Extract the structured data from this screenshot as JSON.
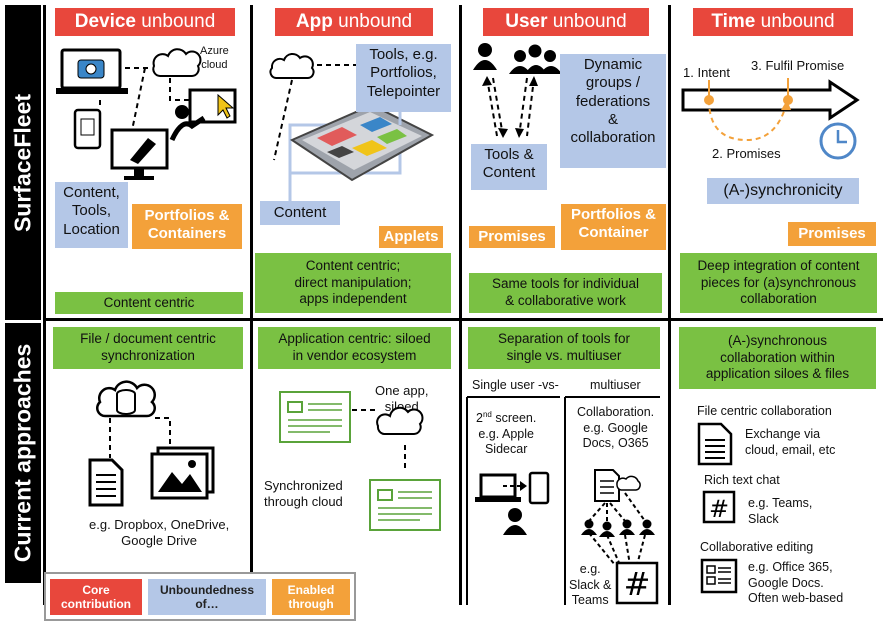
{
  "rows": {
    "top": "SurfaceFleet",
    "bottom": "Current approaches"
  },
  "columns": [
    {
      "title_bold": "Device",
      "title_rest": " unbound"
    },
    {
      "title_bold": "App",
      "title_rest": " unbound"
    },
    {
      "title_bold": "User",
      "title_rest": " unbound"
    },
    {
      "title_bold": "Time",
      "title_rest": " unbound"
    }
  ],
  "device": {
    "azure": "Azure\ncloud",
    "unbound_box": "Content,\nTools,\nLocation",
    "enabled": "Portfolios &\nContainers",
    "summary": "Content centric",
    "current_header": "File / document centric\nsynchronization",
    "current_caption": "e.g. Dropbox, OneDrive,\nGoogle Drive"
  },
  "app": {
    "tools_box": "Tools, e.g.\nPortfolios,\nTelepointer",
    "content_box": "Content",
    "enabled": "Applets",
    "summary": "Content centric;\ndirect manipulation;\napps independent",
    "current_header": "Application centric: siloed\nin vendor ecosystem",
    "one_app": "One app,\nsiloed",
    "sync": "Synchronized\nthrough cloud"
  },
  "user": {
    "groups_box": "Dynamic\ngroups /\nfederations\n&\ncollaboration",
    "tools_box": "Tools &\nContent",
    "enabled_1": "Promises",
    "enabled_2": "Portfolios &\nContainer",
    "summary": "Same tools for individual\n& collaborative work",
    "current_header": "Separation of tools for\nsingle vs. multiuser",
    "single_vs": "Single user -vs-",
    "multi": "multiuser",
    "second_screen_sup": "nd",
    "second_screen": "2nd screen.\ne.g. Apple\nSidecar",
    "collab": "Collaboration.\ne.g. Google\nDocs, O365",
    "slack": "e.g.\nSlack &\nTeams"
  },
  "time": {
    "intent": "1. Intent",
    "fulfil": "3. Fulfil Promise",
    "promises_label": "2. Promises",
    "sync_box": "(A-)synchronicity",
    "enabled": "Promises",
    "summary": "Deep integration of content\npieces for (a)synchronous\ncollaboration",
    "current_header": "(A-)synchronous\ncollaboration within\napplication siloes & files",
    "file_collab": "File centric collaboration",
    "exchange": "Exchange via\ncloud, email, etc",
    "rich_chat": "Rich text chat",
    "teams": "e.g. Teams,\nSlack",
    "collab_edit": "Collaborative editing",
    "office": "e.g. Office 365,\nGoogle Docs.\nOften web-based"
  },
  "legend": [
    {
      "label": "Core\ncontribution",
      "color": "#e8473c"
    },
    {
      "label": "Unboundedness\nof…",
      "color": "#b4c7e7"
    },
    {
      "label": "Enabled\nthrough",
      "color": "#f3a13a"
    }
  ],
  "colors": {
    "red": "#e8473c",
    "blue": "#b4c7e7",
    "orange": "#f3a13a",
    "green": "#7ac143"
  }
}
